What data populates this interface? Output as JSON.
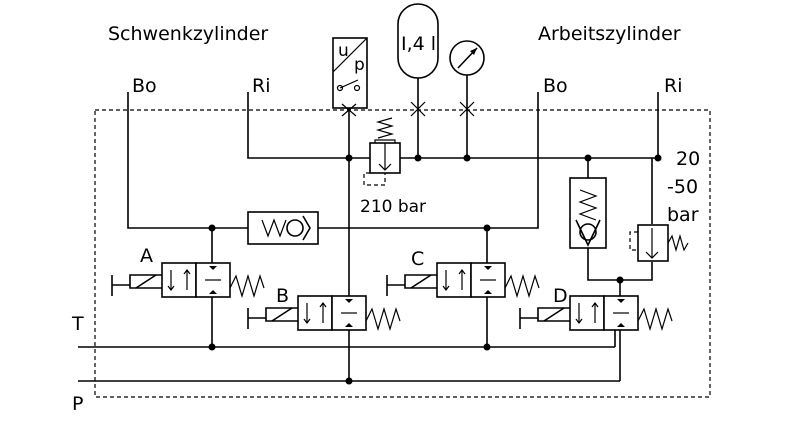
{
  "labels": {
    "group_left": "Schwenkzylinder",
    "group_right": "Arbeitszylinder",
    "port_bo_left": "Bo",
    "port_ri_left": "Ri",
    "port_bo_right": "Bo",
    "port_ri_right": "Ri",
    "line_t": "T",
    "line_p": "P",
    "valve_a": "A",
    "valve_b": "B",
    "valve_c": "C",
    "valve_d": "D",
    "relief_main": "210 bar",
    "relief_right_1": "20",
    "relief_right_2": "-50",
    "relief_right_3": "bar",
    "accumulator": "I,4 l",
    "switch_u": "u",
    "switch_p": "p"
  }
}
